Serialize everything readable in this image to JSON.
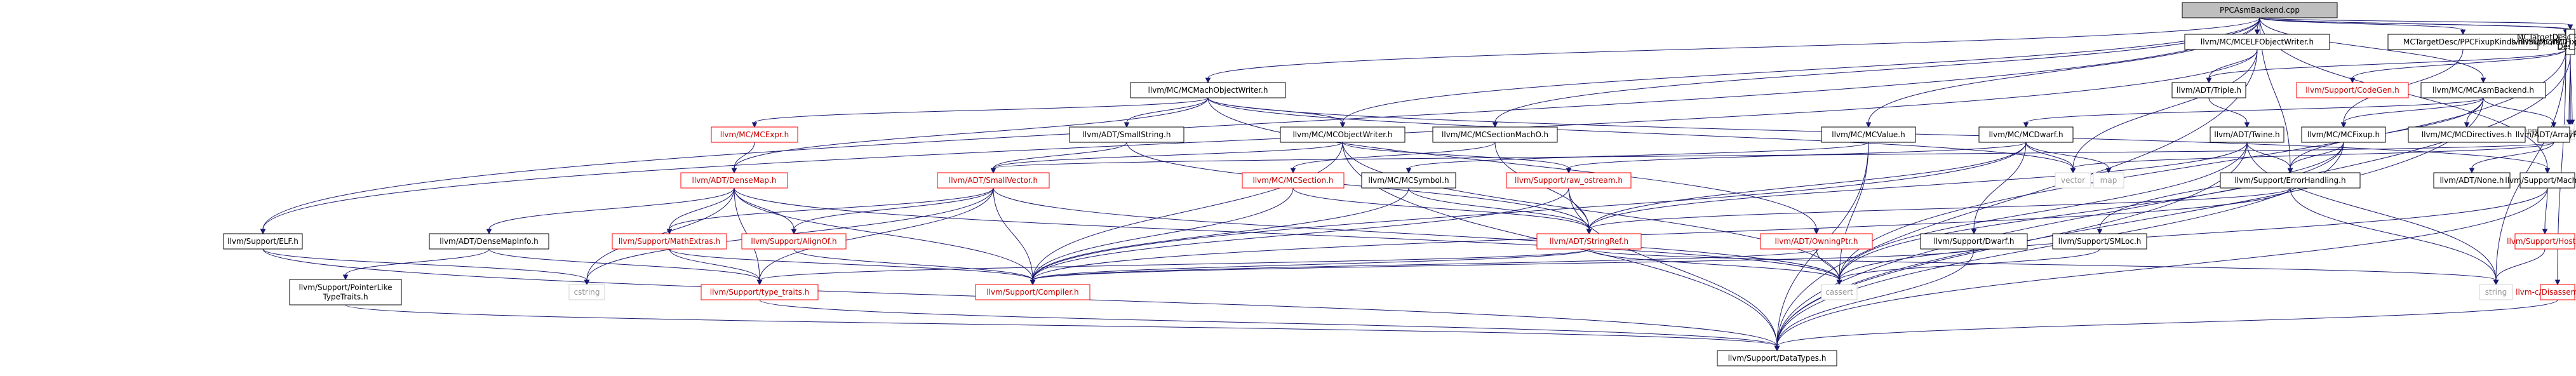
{
  "colors": {
    "edge": "#191970",
    "node_border": "#000000",
    "focus_fill": "#bfbfbf",
    "node_fill": "#ffffff",
    "ext_border": "#d3d3d3",
    "ext_text": "#999999",
    "red_border": "#ff0000",
    "red_text": "#cc0000"
  },
  "nodes": {
    "root": {
      "lines": [
        "PPCAsmBackend.cpp"
      ],
      "kind": "focus"
    },
    "mcelf": {
      "lines": [
        "llvm/MC/MCELFObjectWriter.h"
      ],
      "kind": "normal"
    },
    "fixupkinds": {
      "lines": [
        "MCTargetDesc/PPCFixupKinds.h"
      ],
      "kind": "normal"
    },
    "targetreg": {
      "lines": [
        "llvm/Support/TargetRegistry.h"
      ],
      "kind": "normal"
    },
    "ppcmctarget": {
      "lines": [
        "MCTargetDesc/PPCMCTarget",
        "Desc.h"
      ],
      "kind": "normal"
    },
    "fixupkindinfo": {
      "lines": [
        "llvm/MC/MCFixupKindInfo.h"
      ],
      "kind": "normal"
    },
    "machowriter": {
      "lines": [
        "llvm/MC/MCMachObjectWriter.h"
      ],
      "kind": "normal"
    },
    "triple": {
      "lines": [
        "llvm/ADT/Triple.h"
      ],
      "kind": "normal"
    },
    "codegen": {
      "lines": [
        "llvm/Support/CodeGen.h"
      ],
      "kind": "red"
    },
    "asmbackend": {
      "lines": [
        "llvm/MC/MCAsmBackend.h"
      ],
      "kind": "normal"
    },
    "instrinfo": {
      "lines": [
        "PPCGenInstrInfo.inc"
      ],
      "kind": "ext"
    },
    "subtarget": {
      "lines": [
        "PPCGenSubtargetInfo.inc"
      ],
      "kind": "ext"
    },
    "reginfo": {
      "lines": [
        "PPCGenRegisterInfo.inc"
      ],
      "kind": "ext"
    },
    "mcexpr": {
      "lines": [
        "llvm/MC/MCExpr.h"
      ],
      "kind": "red"
    },
    "smallstring": {
      "lines": [
        "llvm/ADT/SmallString.h"
      ],
      "kind": "normal"
    },
    "objwriter": {
      "lines": [
        "llvm/MC/MCObjectWriter.h"
      ],
      "kind": "normal"
    },
    "sectionmacho": {
      "lines": [
        "llvm/MC/MCSectionMachO.h"
      ],
      "kind": "normal"
    },
    "mcvalue": {
      "lines": [
        "llvm/MC/MCValue.h"
      ],
      "kind": "normal"
    },
    "dwarfmc": {
      "lines": [
        "llvm/MC/MCDwarf.h"
      ],
      "kind": "normal"
    },
    "twine": {
      "lines": [
        "llvm/ADT/Twine.h"
      ],
      "kind": "normal"
    },
    "fixup": {
      "lines": [
        "llvm/MC/MCFixup.h"
      ],
      "kind": "normal"
    },
    "directives": {
      "lines": [
        "llvm/MC/MCDirectives.h"
      ],
      "kind": "normal"
    },
    "arrayref": {
      "lines": [
        "llvm/ADT/ArrayRef.h"
      ],
      "kind": "normal"
    },
    "densemap": {
      "lines": [
        "llvm/ADT/DenseMap.h"
      ],
      "kind": "red"
    },
    "smallvector": {
      "lines": [
        "llvm/ADT/SmallVector.h"
      ],
      "kind": "red"
    },
    "mcsection": {
      "lines": [
        "llvm/MC/MCSection.h"
      ],
      "kind": "red"
    },
    "mcsymbol": {
      "lines": [
        "llvm/MC/MCSymbol.h"
      ],
      "kind": "normal"
    },
    "rawostream": {
      "lines": [
        "llvm/Support/raw_ostream.h"
      ],
      "kind": "red"
    },
    "vector": {
      "lines": [
        "vector"
      ],
      "kind": "ext"
    },
    "map": {
      "lines": [
        "map"
      ],
      "kind": "ext"
    },
    "errorhandling": {
      "lines": [
        "llvm/Support/ErrorHandling.h"
      ],
      "kind": "normal"
    },
    "none": {
      "lines": [
        "llvm/ADT/None.h"
      ],
      "kind": "normal"
    },
    "macho": {
      "lines": [
        "llvm/Support/MachO.h"
      ],
      "kind": "normal"
    },
    "elf": {
      "lines": [
        "llvm/Support/ELF.h"
      ],
      "kind": "normal"
    },
    "densemapinfo": {
      "lines": [
        "llvm/ADT/DenseMapInfo.h"
      ],
      "kind": "normal"
    },
    "mathextras": {
      "lines": [
        "llvm/Support/MathExtras.h"
      ],
      "kind": "red"
    },
    "alignof": {
      "lines": [
        "llvm/Support/AlignOf.h"
      ],
      "kind": "red"
    },
    "stringref": {
      "lines": [
        "llvm/ADT/StringRef.h"
      ],
      "kind": "red"
    },
    "owningptr": {
      "lines": [
        "llvm/ADT/OwningPtr.h"
      ],
      "kind": "red"
    },
    "dwarfsupport": {
      "lines": [
        "llvm/Support/Dwarf.h"
      ],
      "kind": "normal"
    },
    "smloc": {
      "lines": [
        "llvm/Support/SMLoc.h"
      ],
      "kind": "normal"
    },
    "host": {
      "lines": [
        "llvm/Support/Host.h"
      ],
      "kind": "red"
    },
    "disassembler": {
      "lines": [
        "llvm-c/Disassembler.h"
      ],
      "kind": "red"
    },
    "pointerlike": {
      "lines": [
        "llvm/Support/PointerLike",
        "TypeTraits.h"
      ],
      "kind": "normal"
    },
    "cstring": {
      "lines": [
        "cstring"
      ],
      "kind": "ext"
    },
    "typetraits": {
      "lines": [
        "llvm/Support/type_traits.h"
      ],
      "kind": "red"
    },
    "compiler": {
      "lines": [
        "llvm/Support/Compiler.h"
      ],
      "kind": "red"
    },
    "cassert": {
      "lines": [
        "cassert"
      ],
      "kind": "ext"
    },
    "string": {
      "lines": [
        "string"
      ],
      "kind": "ext"
    },
    "datatypes": {
      "lines": [
        "llvm/Support/DataTypes.h"
      ],
      "kind": "normal"
    }
  },
  "edges": [
    [
      "root",
      "mcelf"
    ],
    [
      "root",
      "fixupkinds"
    ],
    [
      "root",
      "targetreg"
    ],
    [
      "root",
      "ppcmctarget"
    ],
    [
      "root",
      "fixupkindinfo"
    ],
    [
      "root",
      "machowriter"
    ],
    [
      "root",
      "asmbackend"
    ],
    [
      "root",
      "objwriter"
    ],
    [
      "root",
      "sectionmacho"
    ],
    [
      "root",
      "mcvalue"
    ],
    [
      "root",
      "errorhandling"
    ],
    [
      "root",
      "macho"
    ],
    [
      "root",
      "elf"
    ],
    [
      "mcelf",
      "triple"
    ],
    [
      "mcelf",
      "vector"
    ],
    [
      "mcelf",
      "datatypes"
    ],
    [
      "mcelf",
      "elf"
    ],
    [
      "fixupkinds",
      "fixup"
    ],
    [
      "targetreg",
      "triple"
    ],
    [
      "targetreg",
      "codegen"
    ],
    [
      "targetreg",
      "disassembler"
    ],
    [
      "targetreg",
      "string"
    ],
    [
      "targetreg",
      "cassert"
    ],
    [
      "ppcmctarget",
      "instrinfo"
    ],
    [
      "ppcmctarget",
      "subtarget"
    ],
    [
      "ppcmctarget",
      "reginfo"
    ],
    [
      "ppcmctarget",
      "datatypes"
    ],
    [
      "machowriter",
      "mcexpr"
    ],
    [
      "machowriter",
      "smallstring"
    ],
    [
      "machowriter",
      "objwriter"
    ],
    [
      "machowriter",
      "densemap"
    ],
    [
      "machowriter",
      "owningptr"
    ],
    [
      "machowriter",
      "vector"
    ],
    [
      "machowriter",
      "macho"
    ],
    [
      "triple",
      "twine"
    ],
    [
      "asmbackend",
      "dwarfmc"
    ],
    [
      "asmbackend",
      "fixup"
    ],
    [
      "asmbackend",
      "directives"
    ],
    [
      "asmbackend",
      "arrayref"
    ],
    [
      "asmbackend",
      "errorhandling"
    ],
    [
      "asmbackend",
      "datatypes"
    ],
    [
      "mcexpr",
      "densemap"
    ],
    [
      "smallstring",
      "smallvector"
    ],
    [
      "smallstring",
      "stringref"
    ],
    [
      "objwriter",
      "smallvector"
    ],
    [
      "objwriter",
      "rawostream"
    ],
    [
      "objwriter",
      "compiler"
    ],
    [
      "objwriter",
      "datatypes"
    ],
    [
      "objwriter",
      "cassert"
    ],
    [
      "sectionmacho",
      "mcsection"
    ],
    [
      "sectionmacho",
      "stringref"
    ],
    [
      "mcvalue",
      "mcsymbol"
    ],
    [
      "mcvalue",
      "datatypes"
    ],
    [
      "mcvalue",
      "cassert"
    ],
    [
      "dwarfmc",
      "stringref"
    ],
    [
      "dwarfmc",
      "map"
    ],
    [
      "dwarfmc",
      "vector"
    ],
    [
      "dwarfmc",
      "dwarfsupport"
    ],
    [
      "dwarfmc",
      "compiler"
    ],
    [
      "dwarfmc",
      "rawostream"
    ],
    [
      "twine",
      "stringref"
    ],
    [
      "twine",
      "errorhandling"
    ],
    [
      "twine",
      "datatypes"
    ],
    [
      "twine",
      "cassert"
    ],
    [
      "twine",
      "string"
    ],
    [
      "fixup",
      "smloc"
    ],
    [
      "fixup",
      "errorhandling"
    ],
    [
      "fixup",
      "datatypes"
    ],
    [
      "fixup",
      "cassert"
    ],
    [
      "arrayref",
      "none"
    ],
    [
      "arrayref",
      "smallvector"
    ],
    [
      "arrayref",
      "vector"
    ],
    [
      "densemap",
      "densemapinfo"
    ],
    [
      "densemap",
      "mathextras"
    ],
    [
      "densemap",
      "alignof"
    ],
    [
      "densemap",
      "typetraits"
    ],
    [
      "densemap",
      "compiler"
    ],
    [
      "densemap",
      "cstring"
    ],
    [
      "densemap",
      "cassert"
    ],
    [
      "smallvector",
      "alignof"
    ],
    [
      "smallvector",
      "compiler"
    ],
    [
      "smallvector",
      "mathextras"
    ],
    [
      "smallvector",
      "typetraits"
    ],
    [
      "smallvector",
      "cstring"
    ],
    [
      "smallvector",
      "cassert"
    ],
    [
      "mcsection",
      "stringref"
    ],
    [
      "mcsection",
      "compiler"
    ],
    [
      "mcsymbol",
      "stringref"
    ],
    [
      "mcsymbol",
      "compiler"
    ],
    [
      "rawostream",
      "stringref"
    ],
    [
      "rawostream",
      "compiler"
    ],
    [
      "rawostream",
      "datatypes"
    ],
    [
      "errorhandling",
      "stringref"
    ],
    [
      "errorhandling",
      "compiler"
    ],
    [
      "errorhandling",
      "string"
    ],
    [
      "macho",
      "host"
    ],
    [
      "macho",
      "datatypes"
    ],
    [
      "macho",
      "cassert"
    ],
    [
      "elf",
      "datatypes"
    ],
    [
      "elf",
      "cstring"
    ],
    [
      "densemapinfo",
      "pointerlike"
    ],
    [
      "densemapinfo",
      "typetraits"
    ],
    [
      "mathextras",
      "typetraits"
    ],
    [
      "mathextras",
      "compiler"
    ],
    [
      "alignof",
      "compiler"
    ],
    [
      "stringref",
      "typetraits"
    ],
    [
      "stringref",
      "cassert"
    ],
    [
      "stringref",
      "string"
    ],
    [
      "stringref",
      "compiler"
    ],
    [
      "owningptr",
      "compiler"
    ],
    [
      "owningptr",
      "cassert"
    ],
    [
      "dwarfsupport",
      "compiler"
    ],
    [
      "dwarfsupport",
      "datatypes"
    ],
    [
      "smloc",
      "cassert"
    ],
    [
      "host",
      "string"
    ],
    [
      "disassembler",
      "datatypes"
    ],
    [
      "pointerlike",
      "datatypes"
    ],
    [
      "typetraits",
      "datatypes"
    ]
  ]
}
